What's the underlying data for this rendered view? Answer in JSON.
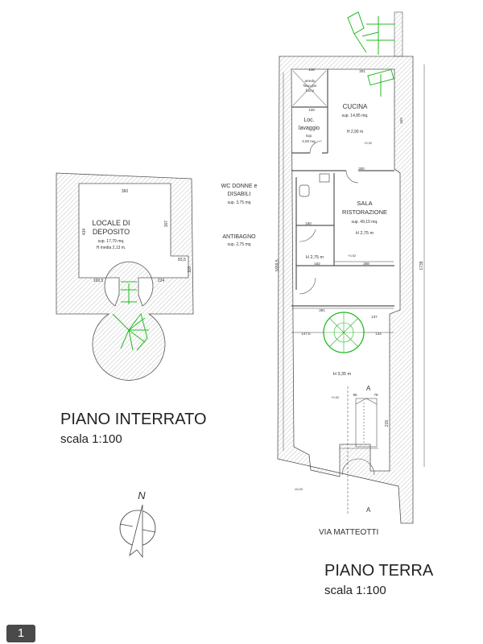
{
  "basement": {
    "title": "PIANO INTERRATO",
    "scale": "scala 1:100",
    "room": {
      "name_line1": "LOCALE DI",
      "name_line2": "DEPOSITO",
      "area": "sup. 17,79 mq.",
      "height": "H media 2,13 m."
    },
    "dims": {
      "top": "360",
      "left": "434",
      "right": "307",
      "step_w": "83,5",
      "step_h": "116",
      "bottom_left": "169,5",
      "bottom_right": "224"
    }
  },
  "ground": {
    "title": "PIANO TERRA",
    "scale": "scala 1:100",
    "street": "VIA MATTEOTTI",
    "storage": {
      "l1": "arredo",
      "l2": "fisso per",
      "l3": "forno"
    },
    "lavaggio": {
      "l1": "Loc.",
      "l2": "lavaggio",
      "area1": "sup.",
      "area2": "4,00 mq."
    },
    "cucina": {
      "name": "CUCINA",
      "area": "sup. 14,85 mq.",
      "height": "H 2,90 m",
      "level": "+0,92"
    },
    "wc": {
      "l1": "WC DONNE e",
      "l2": "DISABILI",
      "area": "sup. 3,75 mq"
    },
    "antibagno": {
      "name": "ANTIBAGNO",
      "area": "sup. 2,75 mq",
      "height": "H 2,75 m"
    },
    "sala": {
      "l1": "SALA",
      "l2": "RISTORAZIONE",
      "area": "sup. 49,19 mq.",
      "height": "H 2,75 m",
      "level": "+0,92"
    },
    "ingresso": {
      "height": "H 3,35 m",
      "level": "+0,92"
    },
    "outside_level": "±0,00",
    "section_mark": "A",
    "dims": {
      "d301": "301",
      "d459": "459",
      "d300": "300",
      "d148": "148",
      "d128": "128",
      "d160": "160",
      "d162": "162",
      "d268": "268",
      "d391": "391",
      "d147": "147,5",
      "d134": "134",
      "d137": "137",
      "d95": "95",
      "d78": "78",
      "d215": "215",
      "d1739": "1739",
      "d1659": "1659,5"
    }
  },
  "compass": {
    "north": "N"
  },
  "page_number": "1",
  "colors": {
    "stair": "#22bb22",
    "wall": "#555555"
  }
}
